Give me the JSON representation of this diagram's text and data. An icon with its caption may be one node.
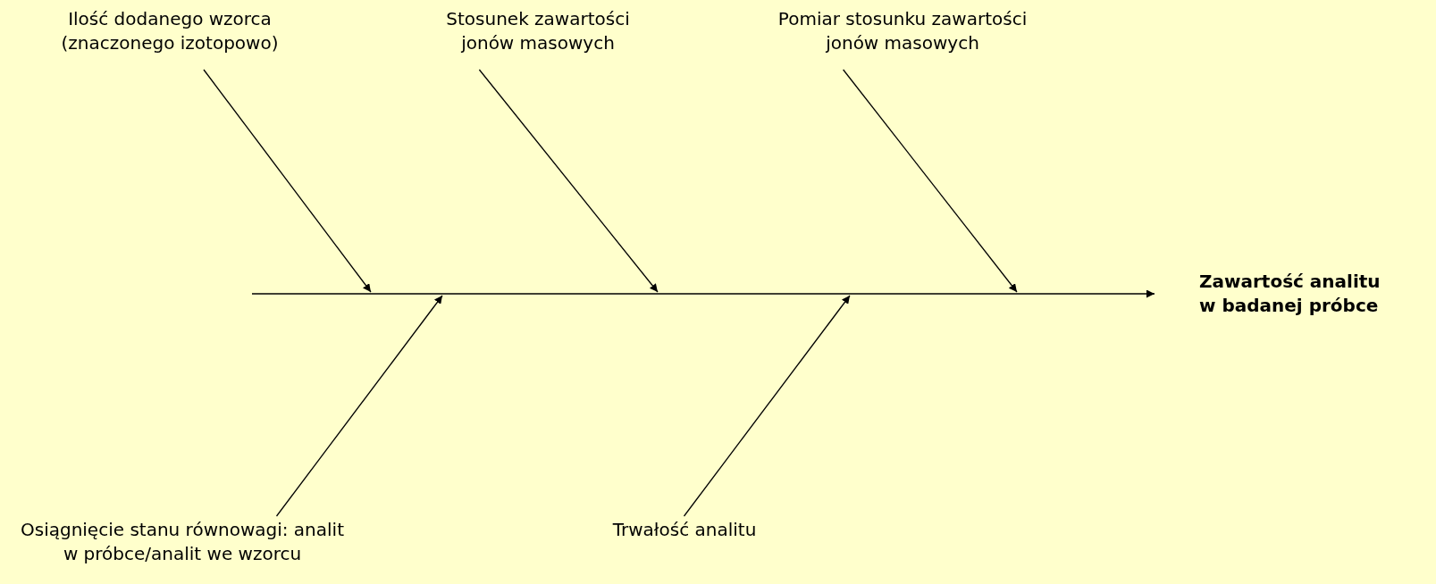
{
  "diagram": {
    "nodes": [
      {
        "text": [
          "Ilość dodanego wzorca (znaczonego izotopowo)"
        ]
      },
      {
        "text": [
          "Stosunek zawartości jonów masowych"
        ]
      },
      {
        "text": [
          "Pomiar stosunku zawartości jonów masowych"
        ]
      },
      {
        "text": [
          "Zawartość analitu w badanej próbce"
        ]
      },
      {
        "text": [
          "Osiągnięcie stanu równowagi: analit w próbce/analit we wzorcu"
        ]
      },
      {
        "text": [
          "Trwałość analitu"
        ]
      }
    ],
    "edges": [
      {
        "from": 0,
        "to": null,
        "arrow": "to"
      },
      {
        "from": 1,
        "to": null,
        "arrow": "to"
      },
      {
        "from": 2,
        "to": null,
        "arrow": "to"
      },
      {
        "from": null,
        "to": 3,
        "arrow": "to"
      },
      {
        "from": 4,
        "to": null,
        "arrow": "to"
      },
      {
        "from": 5,
        "to": null,
        "arrow": "to"
      }
    ]
  }
}
